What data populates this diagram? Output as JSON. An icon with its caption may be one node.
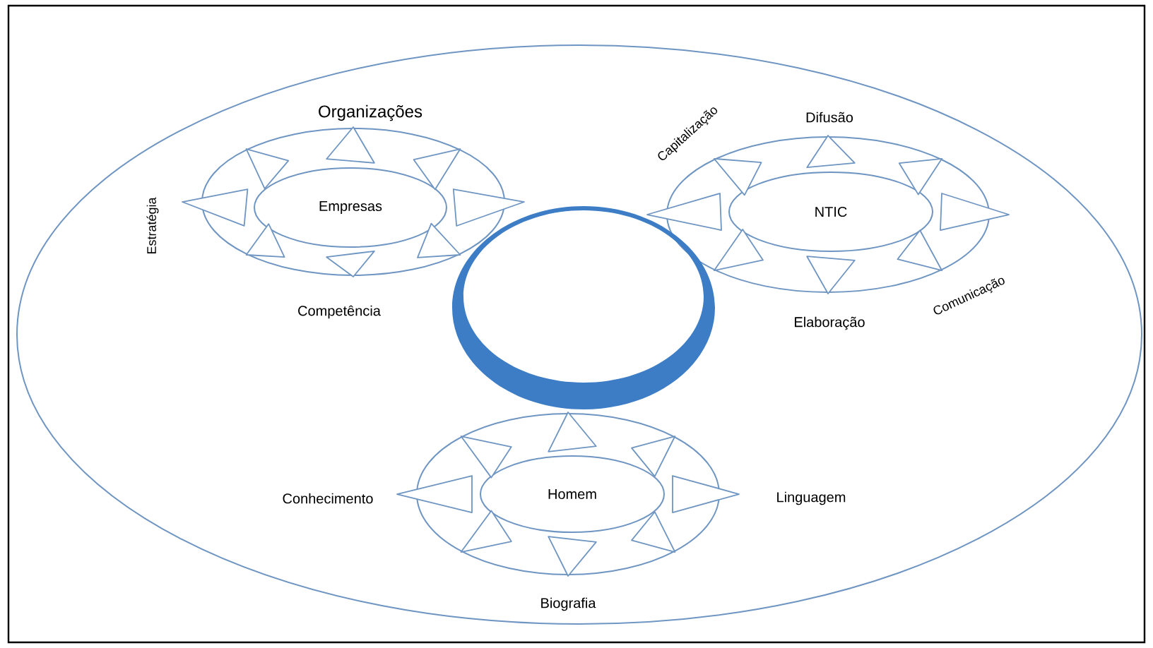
{
  "diagram": {
    "nodes": [
      {
        "text": [],
        "shape": "ellipse"
      },
      {
        "text": [],
        "shape": "ellipse",
        "in": 0
      },
      {
        "text": [
          "Empresas"
        ],
        "in": 1
      },
      {
        "text": [],
        "shape": "ellipse",
        "in": 0
      },
      {
        "text": [
          "NTIC"
        ],
        "in": 3
      },
      {
        "text": [],
        "shape": "ellipse",
        "in": 0
      },
      {
        "text": [
          "Homem"
        ],
        "in": 5
      }
    ],
    "labels": [
      "Organizações",
      "Capitalização",
      "Difusão",
      "Estratégia",
      "Competência",
      "Elaboração",
      "Comunicação",
      "Conhecimento",
      "Linguagem",
      "Biografia"
    ]
  }
}
